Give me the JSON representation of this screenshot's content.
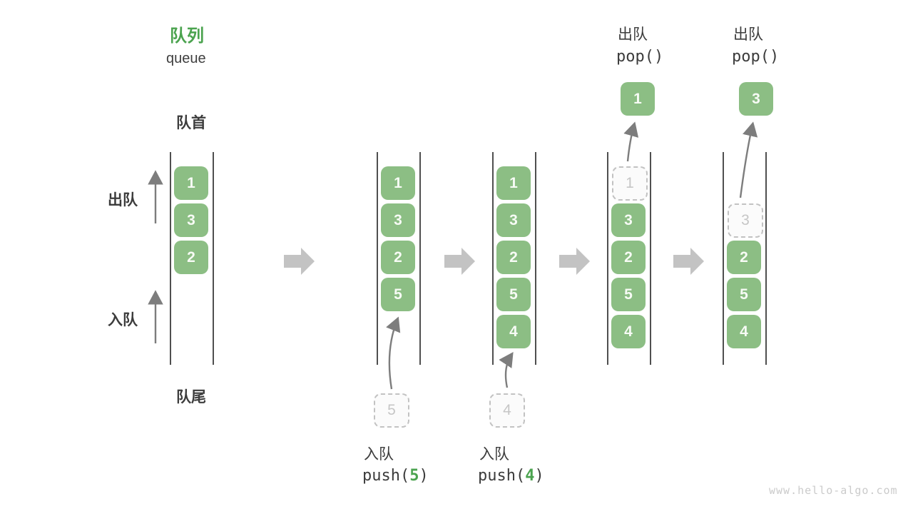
{
  "header": {
    "title_zh": "队列",
    "title_en": "queue"
  },
  "side_labels": {
    "front": "队首",
    "rear": "队尾",
    "dequeue": "出队",
    "enqueue": "入队"
  },
  "operations": {
    "push5": {
      "label": "入队",
      "code_pre": "push(",
      "arg": "5",
      "code_post": ")"
    },
    "push4": {
      "label": "入队",
      "code_pre": "push(",
      "arg": "4",
      "code_post": ")"
    },
    "pop1": {
      "label": "出队",
      "code": "pop()"
    },
    "pop2": {
      "label": "出队",
      "code": "pop()"
    }
  },
  "states": {
    "s1": {
      "boxes": [
        "1",
        "3",
        "2"
      ]
    },
    "s2": {
      "boxes": [
        "1",
        "3",
        "2",
        "5"
      ],
      "incoming_ghost": "5"
    },
    "s3": {
      "boxes": [
        "1",
        "3",
        "2",
        "5",
        "4"
      ],
      "incoming_ghost": "4"
    },
    "s4": {
      "removed_ghost": "1",
      "boxes": [
        "3",
        "2",
        "5",
        "4"
      ],
      "popped": "1"
    },
    "s5": {
      "removed_ghost": "3",
      "boxes": [
        "2",
        "5",
        "4"
      ],
      "popped": "3"
    }
  },
  "watermark": "www.hello-algo.com",
  "colors": {
    "box_green": "#8cbe84",
    "accent_green": "#4ba34f",
    "dark_text": "#3c3c3c",
    "channel_line": "#4f4f4f",
    "arrow_gray": "#7d7d7d",
    "block_arrow_gray": "#c3c3c3",
    "ghost_border": "#c2c2c2",
    "watermark_gray": "#cbcbcb"
  }
}
